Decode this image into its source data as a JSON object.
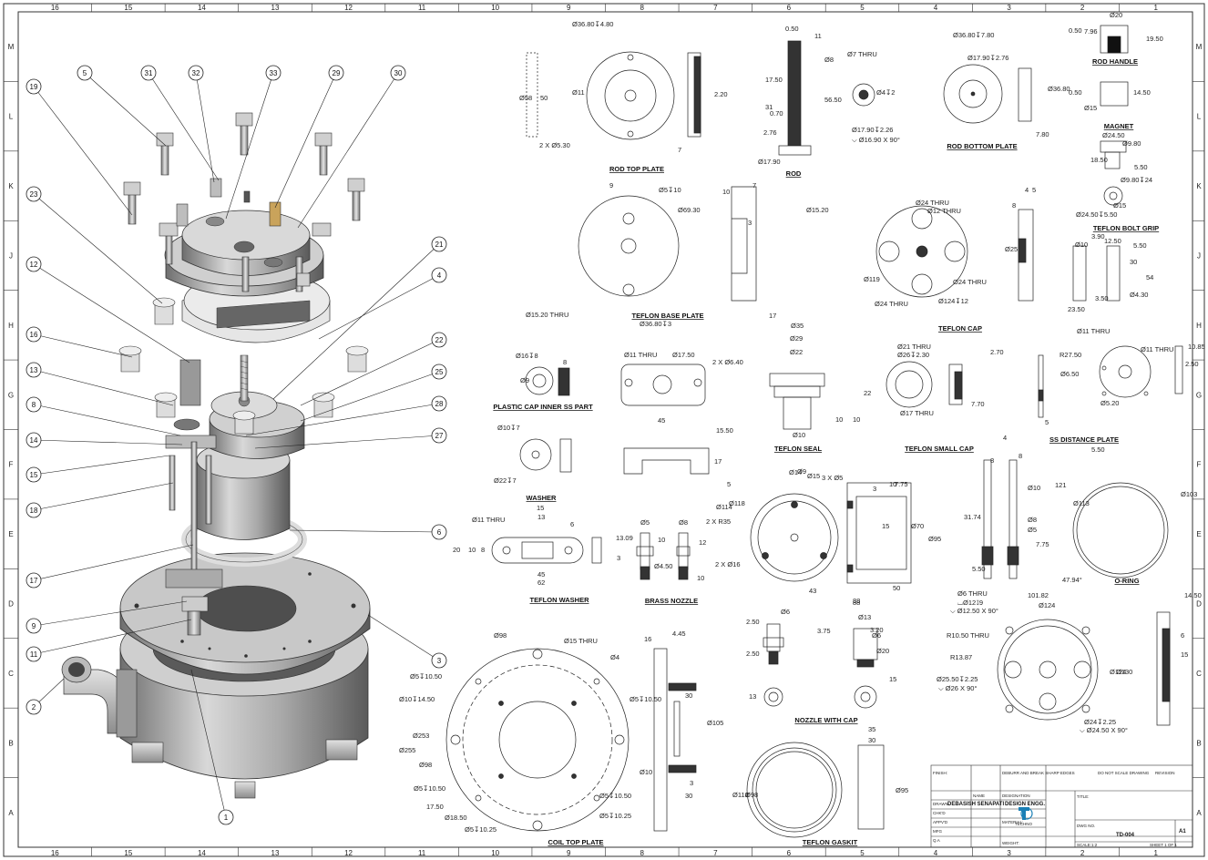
{
  "rulers": {
    "columns": [
      "16",
      "15",
      "14",
      "13",
      "12",
      "11",
      "10",
      "9",
      "8",
      "7",
      "6",
      "5",
      "4",
      "3",
      "2",
      "1"
    ],
    "rows": [
      "M",
      "L",
      "K",
      "J",
      "H",
      "G",
      "F",
      "E",
      "D",
      "C",
      "B",
      "A"
    ]
  },
  "balloons": [
    "5",
    "31",
    "32",
    "33",
    "29",
    "30",
    "19",
    "23",
    "12",
    "16",
    "13",
    "8",
    "14",
    "15",
    "18",
    "17",
    "9",
    "11",
    "2",
    "1",
    "21",
    "4",
    "22",
    "25",
    "28",
    "27",
    "6",
    "3"
  ],
  "views": {
    "rod_top_plate": {
      "title": "ROD TOP PLATE",
      "dims": [
        "Ø36.80↧4.80",
        "Ø58",
        "50",
        "Ø11",
        "2 X Ø5.30",
        "2.20",
        "7"
      ]
    },
    "rod": {
      "title": "ROD",
      "dims": [
        "0.50",
        "11",
        "17.50",
        "Ø8",
        "31",
        "56.50",
        "0.70",
        "2.76",
        "Ø17.90"
      ]
    },
    "rod_detail": {
      "dims": [
        "Ø7 THRU",
        "Ø4↧2",
        "Ø17.90↧2.26",
        "⌵ Ø16.90 X 90°"
      ]
    },
    "rod_bottom_plate": {
      "title": "ROD BOTTOM PLATE",
      "dims": [
        "Ø36.80↧7.80",
        "Ø17.90↧2.76",
        "Ø36.80",
        "7.80"
      ]
    },
    "rod_handle": {
      "title": "ROD HANDLE",
      "dims": [
        "Ø20",
        "0.50",
        "7.96",
        "19.50"
      ]
    },
    "magnet": {
      "title": "MAGNET",
      "dims": [
        "0.50",
        "14.50",
        "Ø15"
      ]
    },
    "teflon_bolt_grip": {
      "title": "TEFLON BOLT GRIP",
      "dims": [
        "Ø24.50",
        "Ø9.80",
        "18.50",
        "5.50",
        "Ø9.80↧24",
        "Ø15",
        "Ø24.50↧5.50",
        "Ø10",
        "3.90",
        "12.50",
        "5.50",
        "30",
        "Ø11 THRU",
        "Ø4.30",
        "23.50",
        "3.50",
        "54"
      ]
    },
    "teflon_base_plate": {
      "title": "TEFLON BASE PLATE",
      "dims": [
        "Ø5↧10",
        "Ø69.30",
        "10",
        "7",
        "Ø15.20",
        "Ø15.20 THRU",
        "Ø36.80↧3",
        "3",
        "17",
        "9"
      ]
    },
    "teflon_cap": {
      "title": "TEFLON CAP",
      "dims": [
        "Ø24 THRU",
        "Ø12 THRU",
        "Ø119",
        "Ø24 THRU",
        "Ø24 THRU",
        "Ø124↧12",
        "Ø25",
        "4",
        "8",
        "5"
      ]
    },
    "plastic_cap_inner": {
      "title": "PLASTIC CAP INNER SS PART",
      "dims": [
        "Ø16↧8",
        "Ø9",
        "8"
      ]
    },
    "teflon_seal_part": {
      "dims": [
        "Ø11 THRU",
        "Ø17.50",
        "2 X Ø6.40",
        "45",
        "15.50"
      ]
    },
    "teflon_seal": {
      "title": "TEFLON SEAL",
      "dims": [
        "Ø35",
        "Ø29",
        "Ø22",
        "22",
        "10",
        "10",
        "Ø10"
      ]
    },
    "teflon_small_cap": {
      "title": "TEFLON SMALL CAP",
      "dims": [
        "Ø21 THRU",
        "Ø26↧2.30",
        "Ø17 THRU",
        "7.70",
        "2.70"
      ]
    },
    "ss_distance_plate": {
      "title": "SS DISTANCE PLATE",
      "dims": [
        "R27.50",
        "Ø11 THRU",
        "10.85",
        "Ø6.50",
        "Ø5.20",
        "2.50",
        "5"
      ]
    },
    "washer": {
      "title": "WASHER",
      "dims": [
        "Ø10↧7",
        "Ø22↧7",
        "17",
        "5"
      ]
    },
    "teflon_washer": {
      "title": "TEFLON WASHER",
      "dims": [
        "Ø11 THRU",
        "15",
        "13",
        "6",
        "20",
        "10",
        "8",
        "45",
        "62"
      ]
    },
    "brass_nozzle": {
      "title": "BRASS NOZZLE",
      "dims": [
        "Ø5",
        "Ø8",
        "13.09",
        "10",
        "12",
        "Ø4.50",
        "3",
        "10"
      ]
    },
    "ring_view": {
      "dims": [
        "Ø14",
        "Ø9",
        "Ø15",
        "3 X Ø5",
        "Ø118",
        "Ø114",
        "2 X R35",
        "2 X Ø16",
        "43",
        "88",
        "3",
        "10",
        "7.75",
        "15",
        "Ø70",
        "Ø95",
        "50",
        "88"
      ]
    },
    "pin_view": {
      "dims": [
        "4",
        "8",
        "8",
        "31.74",
        "Ø10",
        "121",
        "Ø8",
        "Ø5",
        "5.50",
        "7.75"
      ]
    },
    "o_ring": {
      "title": "O-RING",
      "dims": [
        "5.50",
        "Ø113",
        "Ø103"
      ]
    },
    "coil_top_plate": {
      "title": "COIL TOP PLATE",
      "dims": [
        "Ø98",
        "Ø15 THRU",
        "Ø4",
        "Ø5↧10.50",
        "Ø10↧14.50",
        "Ø5↧10.50",
        "Ø253",
        "Ø255",
        "Ø98",
        "Ø5↧10.50",
        "17.50",
        "Ø18.50",
        "Ø5↧10.25",
        "Ø5↧10.50",
        "Ø5↧10.25",
        "4.45",
        "16",
        "30",
        "Ø105",
        "Ø10",
        "30",
        "3"
      ]
    },
    "nozzle_with_cap": {
      "title": "NOZZLE WITH CAP",
      "dims": [
        "Ø6",
        "2.50",
        "2.50",
        "13",
        "Ø13",
        "3.75",
        "3.20",
        "Ø6",
        "Ø20",
        "15"
      ]
    },
    "teflon_gasket": {
      "title": "TEFLON GASKIT",
      "dims": [
        "35",
        "30",
        "Ø118",
        "Ø98",
        "Ø95"
      ]
    },
    "bottom_flange": {
      "dims": [
        "Ø6 THRU",
        "⌴Ø12↧9",
        "⌵ Ø12.50 X 90°",
        "47.94°",
        "101.82",
        "Ø124",
        "14.50",
        "R10.50 THRU",
        "R13.87",
        "Ø25.50↧2.25",
        "⌵ Ø26 X 90°",
        "Ø130",
        "Ø124",
        "6",
        "15",
        "Ø24↧2.25",
        "⌵ Ø24.50 X 90°"
      ]
    }
  },
  "title_block": {
    "drawn_name": "DEBASISH SENAPATI",
    "designation": "DESIGN ENGG.",
    "company": "TECHNO",
    "dwg_no": "TD-004",
    "size": "A1",
    "labels": [
      "NAME",
      "DESIGNATION",
      "DRAWN",
      "CHK'D",
      "APPV'D",
      "MFG",
      "Q.A",
      "MATERIAL:",
      "WEIGHT:",
      "SCALE:1:2",
      "SHEET 1 OF 1",
      "TITLE:",
      "DWG NO.",
      "REVISION",
      "DO NOT SCALE DRAWING",
      "FINISH:",
      "DEBURR AND BREAK SHARP EDGES"
    ]
  }
}
